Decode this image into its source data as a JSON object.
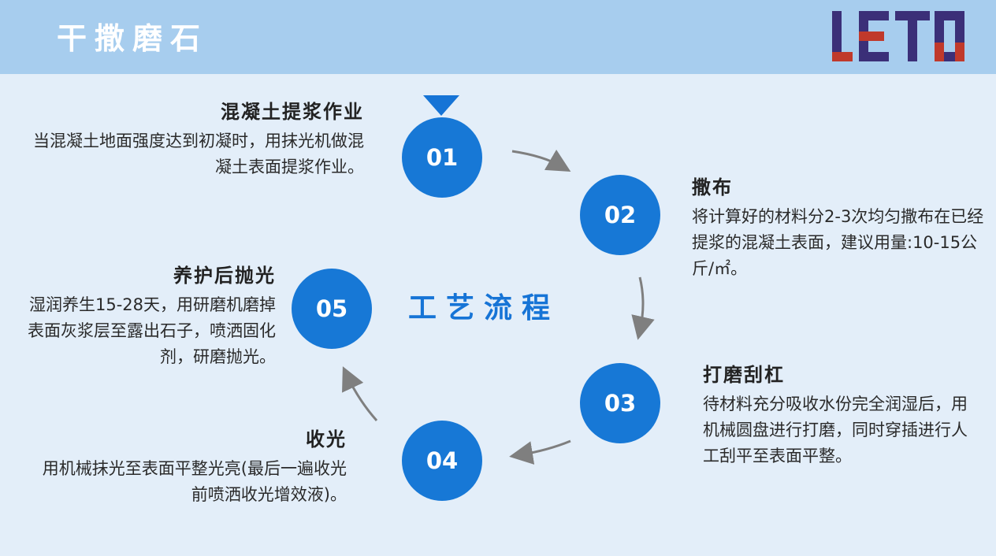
{
  "header": {
    "title": "干撒磨石",
    "logo_text": "LETO"
  },
  "center_title": "工艺流程",
  "steps": [
    {
      "number": "01",
      "title": "混凝土提浆作业",
      "description": "当混凝土地面强度达到初凝时，用抹光机做混凝土表面提浆作业。"
    },
    {
      "number": "02",
      "title": "撒布",
      "description": "将计算好的材料分2-3次均匀撒布在已经提浆的混凝土表面，建议用量:10-15公斤/㎡。"
    },
    {
      "number": "03",
      "title": "打磨刮杠",
      "description": "待材料充分吸收水份完全润湿后，用机械圆盘进行打磨，同时穿插进行人工刮平至表面平整。"
    },
    {
      "number": "04",
      "title": "收光",
      "description": "用机械抹光至表面平整光亮(最后一遍收光前喷洒收光增效液)。"
    },
    {
      "number": "05",
      "title": "养护后抛光",
      "description": "湿润养生15-28天，用研磨机磨掉表面灰浆层至露出石子，喷洒固化剂，研磨抛光。"
    }
  ],
  "colors": {
    "header_bg": "#a7cdee",
    "page_bg": "#e3eef9",
    "circle": "#1778d6",
    "accent": "#1674d6",
    "arrow": "#7f7f7f",
    "logo_blue": "#3b2f78",
    "logo_red": "#c0392b"
  }
}
